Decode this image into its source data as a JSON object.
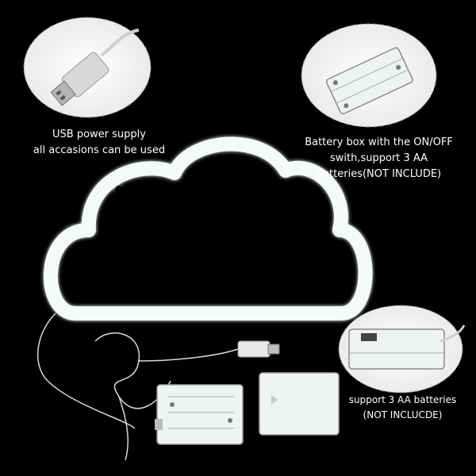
{
  "captions": {
    "usb": {
      "line1": "USB power supply",
      "line2": "all accasions can be used"
    },
    "battery_box": {
      "line1": "Battery box with the ON/OFF",
      "line2": "swith,support 3 AA",
      "line3": "batteries(NOT INCLUDE)"
    },
    "support": {
      "line1": "support 3 AA batteries",
      "line2": "(NOT INCLUCDE)"
    }
  },
  "colors": {
    "background": "#000000",
    "neon_cloud": "#f4fbf6",
    "callout_fill": "#ffffff",
    "caption_text": "#ffffff"
  },
  "icons": [
    "usb-plug-icon",
    "battery-box-icon",
    "cloud-neon-light"
  ]
}
